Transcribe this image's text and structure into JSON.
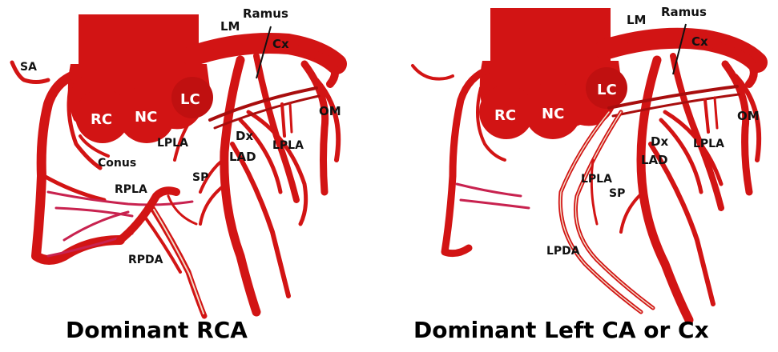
{
  "panels": [
    {
      "caption": "Dominant RCA",
      "labels": {
        "lm": "LM",
        "ramus": "Ramus",
        "cx": "Cx",
        "sa": "SA",
        "rc": "RC",
        "nc": "NC",
        "lc": "LC",
        "om": "OM",
        "lpla_left": "LPLA",
        "dx": "Dx",
        "lad": "LAD",
        "lpla_right": "LPLA",
        "conus": "Conus",
        "sp": "SP",
        "rpla": "RPLA",
        "rpda": "RPDA"
      }
    },
    {
      "caption": "Dominant Left CA or Cx",
      "labels": {
        "lm": "LM",
        "ramus": "Ramus",
        "cx": "Cx",
        "rc": "RC",
        "nc": "NC",
        "lc": "LC",
        "om": "OM",
        "dx": "Dx",
        "lpla_right": "LPLA",
        "lad": "LAD",
        "lpla_left": "LPLA",
        "sp": "SP",
        "lpda": "LPDA"
      }
    }
  ],
  "colors": {
    "artery": "#d21414",
    "artery_dark": "#a80d0d",
    "rpla_vessel": "#c8224f",
    "background": "#ffffff"
  }
}
